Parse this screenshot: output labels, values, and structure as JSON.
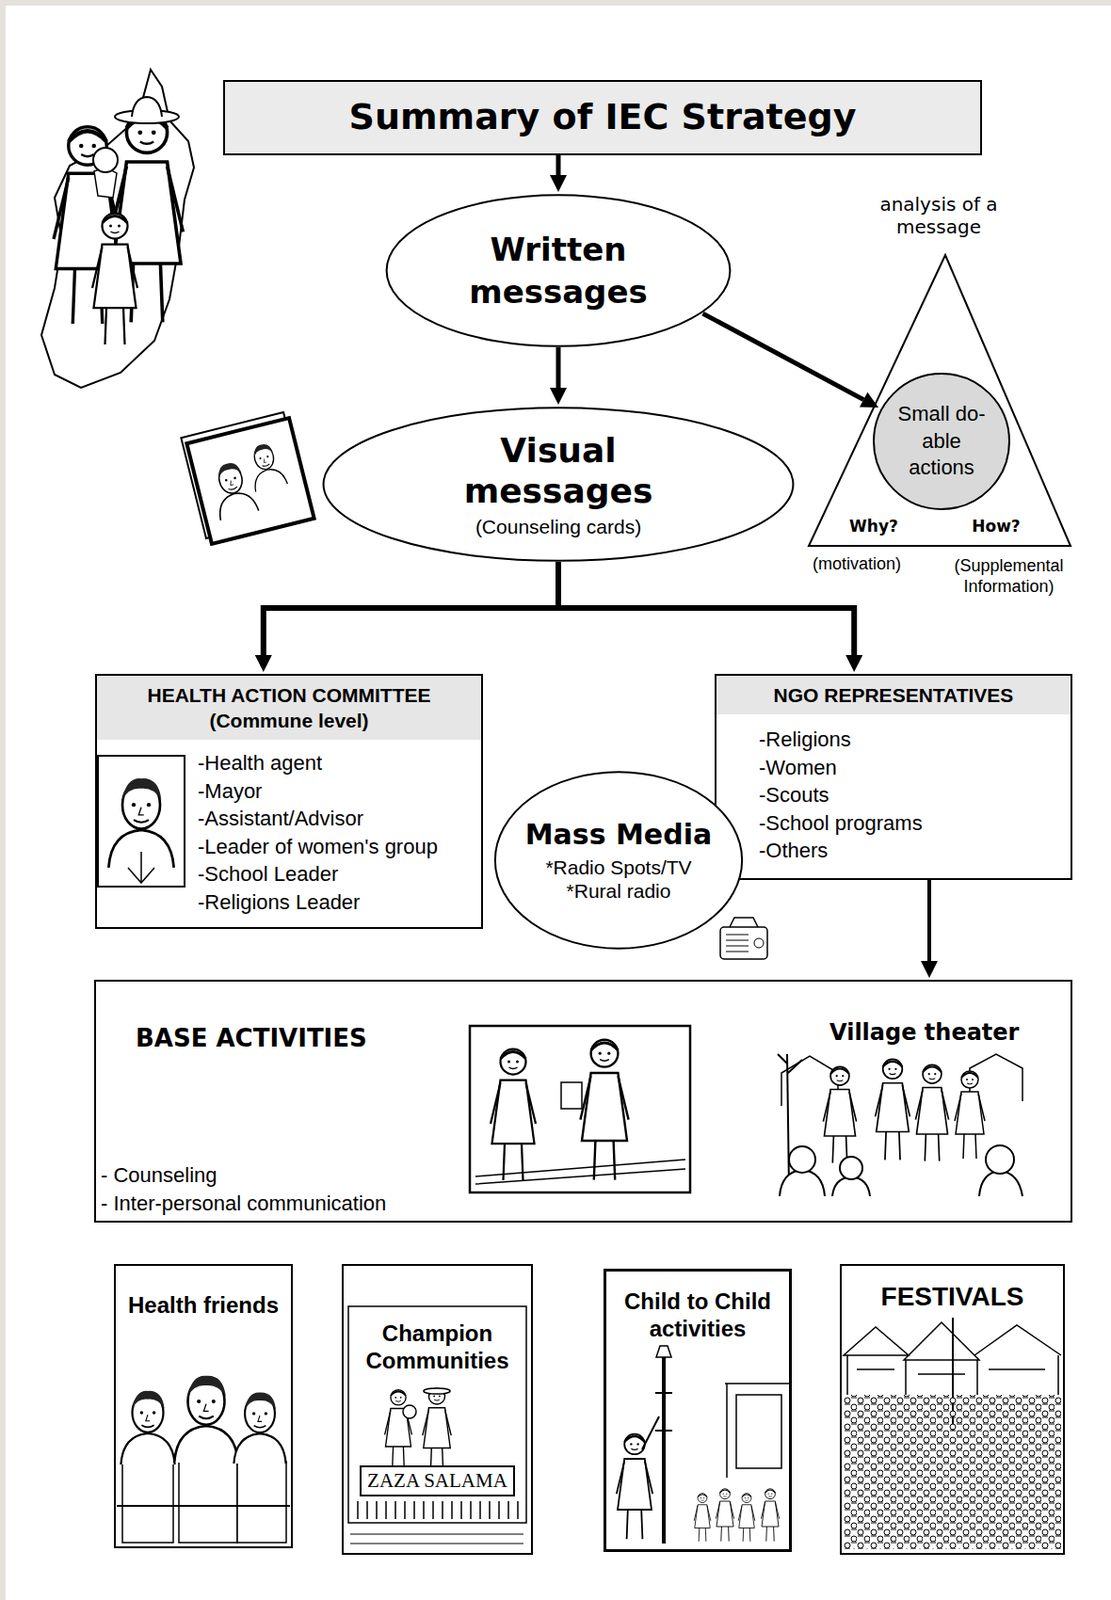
{
  "diagram": {
    "nodes": [
      {
        "text": [
          "Summary of IEC Strategy"
        ]
      },
      {
        "text": [
          "Written messages"
        ]
      },
      {
        "text": [
          "analysis of a message",
          "Why?",
          "How?",
          "(motivation)",
          "(Supplemental Information)"
        ]
      },
      {
        "text": [
          "Small do-able actions"
        ],
        "in": 2
      },
      {
        "text": [
          "Visual messages",
          "(Counseling cards)"
        ]
      },
      {
        "text": [
          "HEALTH ACTION COMMITTEE",
          "(Commune level)",
          "-Health agent",
          "-Mayor",
          "-Assistant/Advisor",
          "-Leader of women's group",
          "-School Leader",
          "-Religions Leader"
        ]
      },
      {
        "text": [
          "NGO REPRESENTATIVES",
          "-Religions",
          "-Women",
          "-Scouts",
          "-School programs",
          "-Others"
        ]
      },
      {
        "text": [
          "Mass Media",
          "*Radio Spots/TV",
          "*Rural radio"
        ]
      },
      {
        "text": [
          "BASE ACTIVITIES",
          "- Counseling",
          "- Inter-personal communication",
          "Village theater"
        ]
      },
      {
        "text": [
          "Health friends"
        ]
      },
      {
        "text": [
          "Champion Communities",
          "ZAZA SALAMA"
        ]
      },
      {
        "text": [
          "Child to Child activities"
        ]
      },
      {
        "text": [
          "FESTIVALS"
        ]
      }
    ],
    "edges": [
      {
        "from": 0,
        "to": 1,
        "arrow": "to"
      },
      {
        "from": 1,
        "to": 4,
        "arrow": "to"
      },
      {
        "from": 1,
        "to": 3,
        "arrow": "to"
      },
      {
        "from": 4,
        "to": 5,
        "arrow": "to"
      },
      {
        "from": 4,
        "to": 6,
        "arrow": "to"
      },
      {
        "from": 6,
        "to": 8,
        "arrow": "to"
      }
    ]
  }
}
